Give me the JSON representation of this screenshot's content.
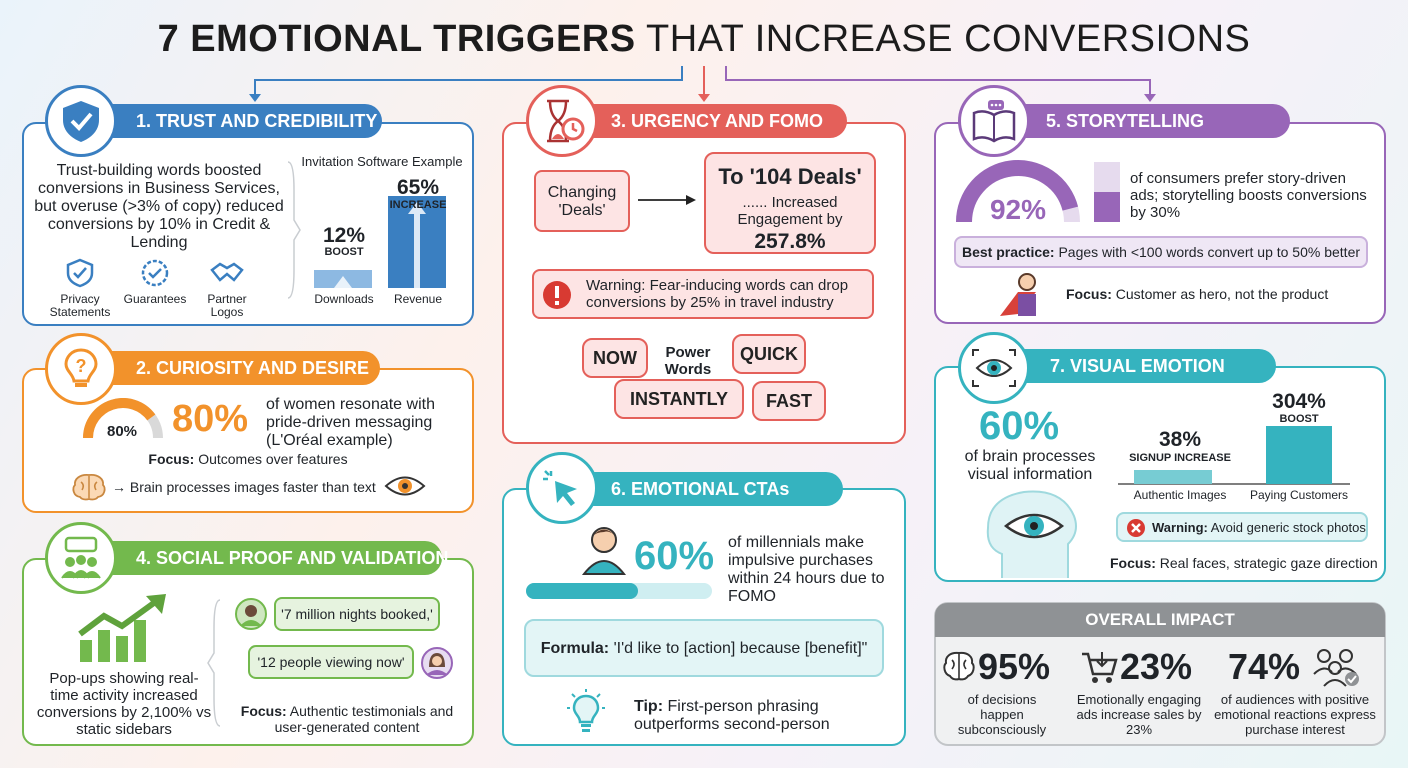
{
  "title": {
    "bold": "7 EMOTIONAL TRIGGERS",
    "rest": "THAT INCREASE CONVERSIONS"
  },
  "colors": {
    "blue": "#3a7fc1",
    "orange": "#f2922b",
    "red": "#e4605a",
    "purple": "#9866b8",
    "teal": "#35b3bf",
    "green": "#73b94d",
    "gray": "#8f9295"
  },
  "trust": {
    "header": "1. TRUST AND CREDIBILITY",
    "body": "Trust-building words boosted conversions in Business Services, but overuse (>3% of copy) reduced conversions by 10% in Credit & Lending",
    "icons": [
      {
        "icon": "shield-icon",
        "label": "Privacy Statements"
      },
      {
        "icon": "badge-check-icon",
        "label": "Guarantees"
      },
      {
        "icon": "handshake-icon",
        "label": "Partner Logos"
      }
    ],
    "example_title": "Invitation Software Example",
    "bars": [
      {
        "label": "Downloads",
        "value": "12%",
        "tag": "BOOST",
        "pct": 12
      },
      {
        "label": "Revenue",
        "value": "65%",
        "tag": "INCREASE",
        "pct": 65
      }
    ]
  },
  "curiosity": {
    "header": "2. CURIOSITY AND DESIRE",
    "gauge_label": "80%",
    "gauge_value": 80,
    "big": "80%",
    "text": "of women resonate with pride-driven messaging (L'Oréal example)",
    "focus_label": "Focus:",
    "focus": "Outcomes over features",
    "arrow_text": "→ Brain processes images faster than text"
  },
  "urgency": {
    "header": "3. URGENCY AND FOMO",
    "from": "Changing 'Deals'",
    "to_title": "To '104 Deals'",
    "to_text": "...... Increased Engagement by",
    "to_value": "257.8%",
    "warning": "Warning: Fear-inducing words can drop conversions by 25% in travel industry",
    "power_label": "Power Words",
    "words": [
      "NOW",
      "QUICK",
      "INSTANTLY",
      "FAST"
    ]
  },
  "social": {
    "header": "4. SOCIAL PROOF AND VALIDATION",
    "text": "Pop-ups showing real-time activity increased conversions by 2,100% vs static sidebars",
    "quote1": "'7 million nights booked,'",
    "quote2": "'12 people viewing now'",
    "focus_label": "Focus:",
    "focus": "Authentic testimonials and user-generated content"
  },
  "story": {
    "header": "5. STORYTELLING",
    "gauge_label": "92%",
    "gauge_value": 92,
    "text": "of consumers prefer story-driven ads; storytelling boosts conversions by 30%",
    "bp_label": "Best practice:",
    "bp": "Pages with <100 words convert up to 50% better",
    "focus_label": "Focus:",
    "focus": "Customer as hero, not the product"
  },
  "ctas": {
    "header": "6. EMOTIONAL CTAs",
    "big": "60%",
    "progress": 60,
    "text": "of millennials make impulsive purchases within 24 hours due to FOMO",
    "formula_label": "Formula:",
    "formula": "'I'd like to [action] because [benefit]\"",
    "tip_label": "Tip:",
    "tip": "First-person phrasing outperforms second-person"
  },
  "visual": {
    "header": "7. VISUAL EMOTION",
    "big": "60%",
    "text": "of brain processes visual information",
    "bars": [
      {
        "label": "Authentic Images",
        "value": "38%",
        "tag": "SIGNUP INCREASE",
        "pct": 38
      },
      {
        "label": "Paying Customers",
        "value": "304%",
        "tag": "BOOST",
        "pct": 304
      }
    ],
    "warning_label": "Warning:",
    "warning": "Avoid generic stock photos",
    "focus_label": "Focus:",
    "focus": "Real faces, strategic gaze direction"
  },
  "overall": {
    "header": "OVERALL IMPACT",
    "stats": [
      {
        "value": "95%",
        "icon": "brain-icon",
        "text": "of decisions happen subconsciously"
      },
      {
        "value": "23%",
        "icon": "cart-icon",
        "text": "Emotionally engaging ads increase sales by 23%"
      },
      {
        "value": "74%",
        "icon": "people-icon",
        "text": "of audiences with positive emotional reactions express purchase interest"
      }
    ]
  }
}
